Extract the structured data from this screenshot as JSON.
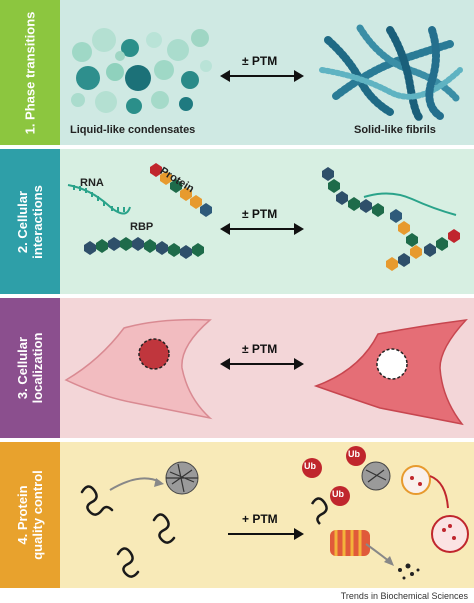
{
  "colors": {
    "panel1_bg": "#cfe9e3",
    "panel1_side": "#8cc63f",
    "panel2_bg": "#d7efe2",
    "panel2_side": "#2e9fa8",
    "panel3_bg": "#f3d6d8",
    "panel3_side": "#8b4f8e",
    "panel4_bg": "#f8eab8",
    "panel4_side": "#e8a22d",
    "ub_red": "#c0262d",
    "teal_dark": "#1f6a85",
    "teal_light": "#4fb6a5"
  },
  "panels": [
    {
      "side_line1": "1. Phase transitions",
      "side_line2": "",
      "left_label": "Liquid-like condensates",
      "right_label": "Solid-like fibrils",
      "ptm": "± PTM"
    },
    {
      "side_line1": "2. Cellular",
      "side_line2": "interactions",
      "rna_label": "RNA",
      "protein_label": "Protein",
      "rbp_label": "RBP",
      "ptm": "± PTM"
    },
    {
      "side_line1": "3. Cellular",
      "side_line2": "localization",
      "ptm": "± PTM"
    },
    {
      "side_line1": "4. Protein",
      "side_line2": "quality control",
      "ptm": "+ PTM",
      "ub_label": "Ub"
    }
  ],
  "footer": "Trends in Biochemical Sciences",
  "icons": [
    "condensate-droplets-icon",
    "fibril-network-icon",
    "rna-strand-icon",
    "protein-chain-icon",
    "cell-icon",
    "nucleus-icon",
    "misfolded-protein-icon",
    "aggregate-icon",
    "ubiquitin-icon",
    "proteasome-icon",
    "lysosome-icon",
    "double-arrow-icon"
  ]
}
